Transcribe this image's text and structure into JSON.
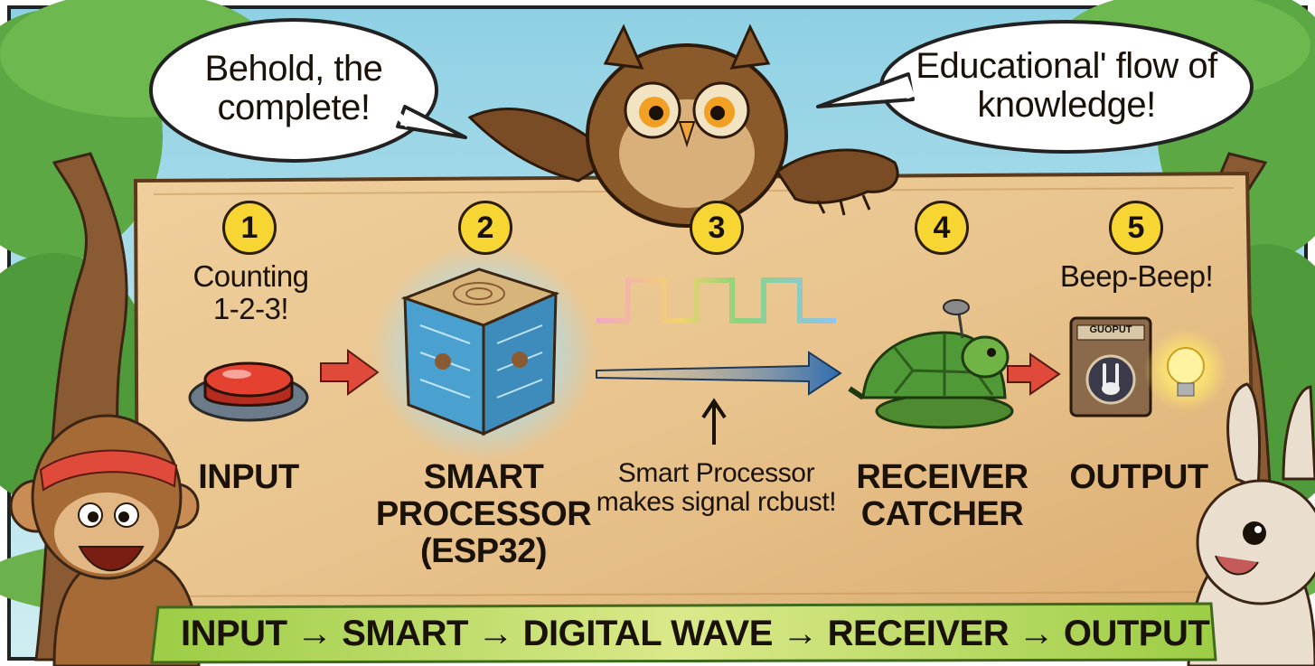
{
  "bubbles": {
    "left": "Behold, the complete!",
    "right": "Educational' flow of knowledge!"
  },
  "steps": [
    {
      "num": "1",
      "caption": "Counting 1-2-3!",
      "label": "INPUT"
    },
    {
      "num": "2",
      "caption": "",
      "label": "SMART PROCESSOR (ESP32)"
    },
    {
      "num": "3",
      "caption": "",
      "label": "",
      "note": "Smart Processor makes signal rcbust!"
    },
    {
      "num": "4",
      "caption": "",
      "label": "RECEIVER CATCHER"
    },
    {
      "num": "5",
      "caption": "Beep-Beep!",
      "label": "OUTPUT"
    }
  ],
  "device_label": "GUOPUT",
  "flow_banner": "INPUT → SMART → DIGITAL WAVE → RECEIVER → OUTPUT",
  "colors": {
    "sky": "#a9dbe8",
    "parchment": "#e8c089",
    "number_badge": "#f7d533",
    "banner": "#c8e06a",
    "arrow_red": "#e04a3a",
    "arrow_blue": "#3a74b8"
  }
}
